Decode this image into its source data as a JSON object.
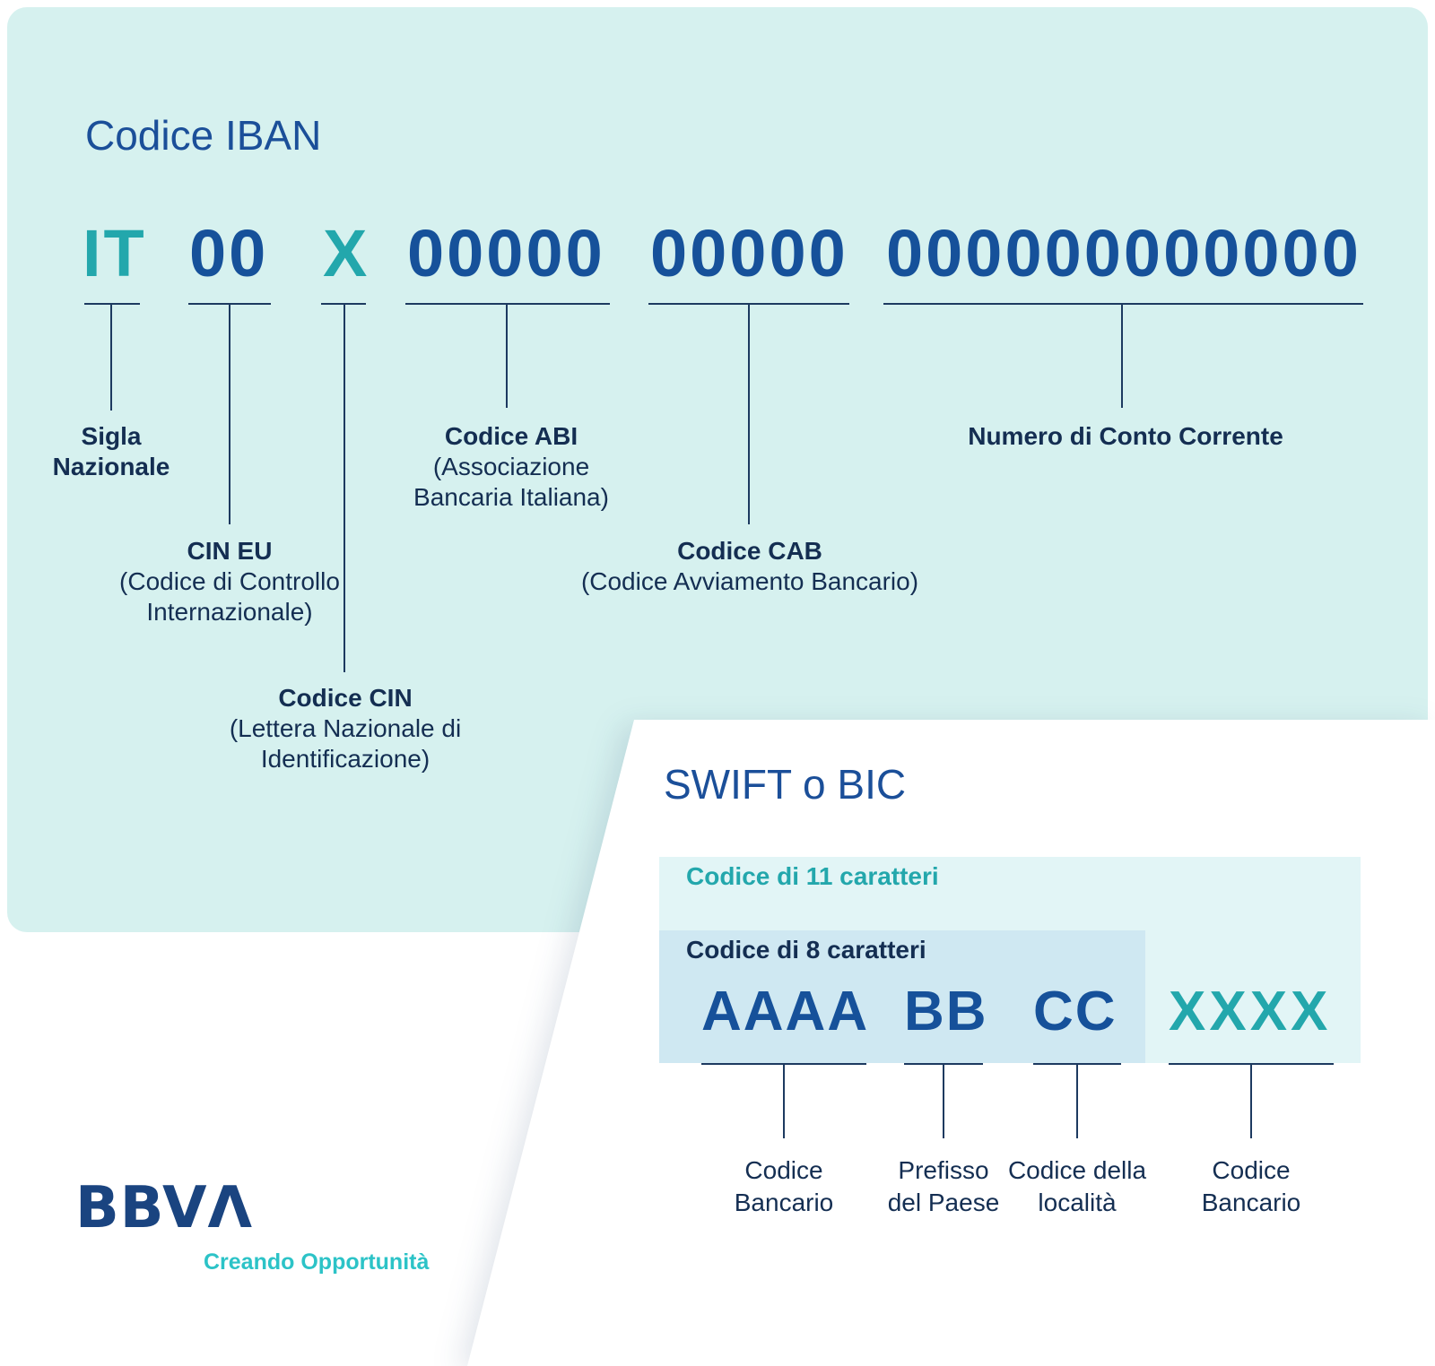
{
  "colors": {
    "background": "#ffffff",
    "mint_panel": "#d6f1ef",
    "swift_outer_box": "#e2f5f6",
    "swift_inner_box": "#cfe8f2",
    "navy_code": "#16519a",
    "navy_label": "#142e52",
    "teal_code": "#23a7ac",
    "connector_line": "#1d3a60",
    "logo_navy": "#1a4480",
    "tagline_teal": "#2cc3c7"
  },
  "iban": {
    "title": "Codice IBAN",
    "code": {
      "country": "IT",
      "check_digits": "00",
      "cin": "X",
      "abi": "00000",
      "cab": "00000",
      "account": "000000000000"
    },
    "labels": {
      "sigla": {
        "head1": "Sigla",
        "head2": "Nazionale"
      },
      "cin_eu": {
        "head": "CIN EU",
        "sub1": "(Codice di Controllo",
        "sub2": "Internazionale)"
      },
      "codice_cin": {
        "head": "Codice CIN",
        "sub1": "(Lettera Nazionale di",
        "sub2": "Identificazione)"
      },
      "abi": {
        "head": "Codice ABI",
        "sub1": "(Associazione",
        "sub2": "Bancaria Italiana)"
      },
      "cab": {
        "head": "Codice CAB",
        "sub1": "(Codice Avviamento Bancario)"
      },
      "account": {
        "head": "Numero di Conto Corrente"
      }
    }
  },
  "swift": {
    "title": "SWIFT o BIC",
    "band11_label": "Codice di 11 caratteri",
    "band8_label": "Codice di 8 caratteri",
    "code": {
      "bank": "AAAA",
      "country": "BB",
      "location": "CC",
      "branch": "XXXX"
    },
    "labels": {
      "bank": {
        "line1": "Codice",
        "line2": "Bancario"
      },
      "country": {
        "line1": "Prefisso",
        "line2": "del Paese"
      },
      "location": {
        "line1": "Codice della",
        "line2": "località"
      },
      "branch": {
        "line1": "Codice",
        "line2": "Bancario"
      }
    }
  },
  "brand": {
    "logo": "BBVΛ",
    "tagline": "Creando Opportunità"
  }
}
